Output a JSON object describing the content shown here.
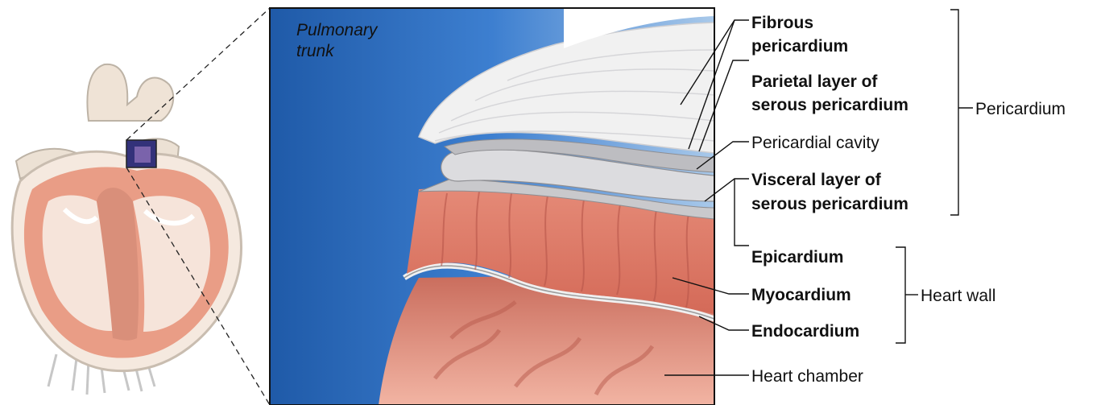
{
  "image_label": "Pulmonary trunk",
  "layer_labels": {
    "fibrous": "Fibrous pericardium",
    "parietal": "Parietal layer of serous pericardium",
    "cavity": "Pericardial cavity",
    "visceral": "Visceral layer of serous pericardium",
    "epicardium": "Epicardium",
    "myocardium": "Myocardium",
    "endocardium": "Endocardium",
    "chamber": "Heart chamber"
  },
  "group_labels": {
    "pericardium": "Pericardium",
    "heart_wall": "Heart wall"
  },
  "colors": {
    "pulmonary_blue": "#2f6fc0",
    "myocardium_red": "#e27f6c",
    "serous_gray": "#c9c9cc",
    "fibrous_white": "#f1f1f1"
  }
}
